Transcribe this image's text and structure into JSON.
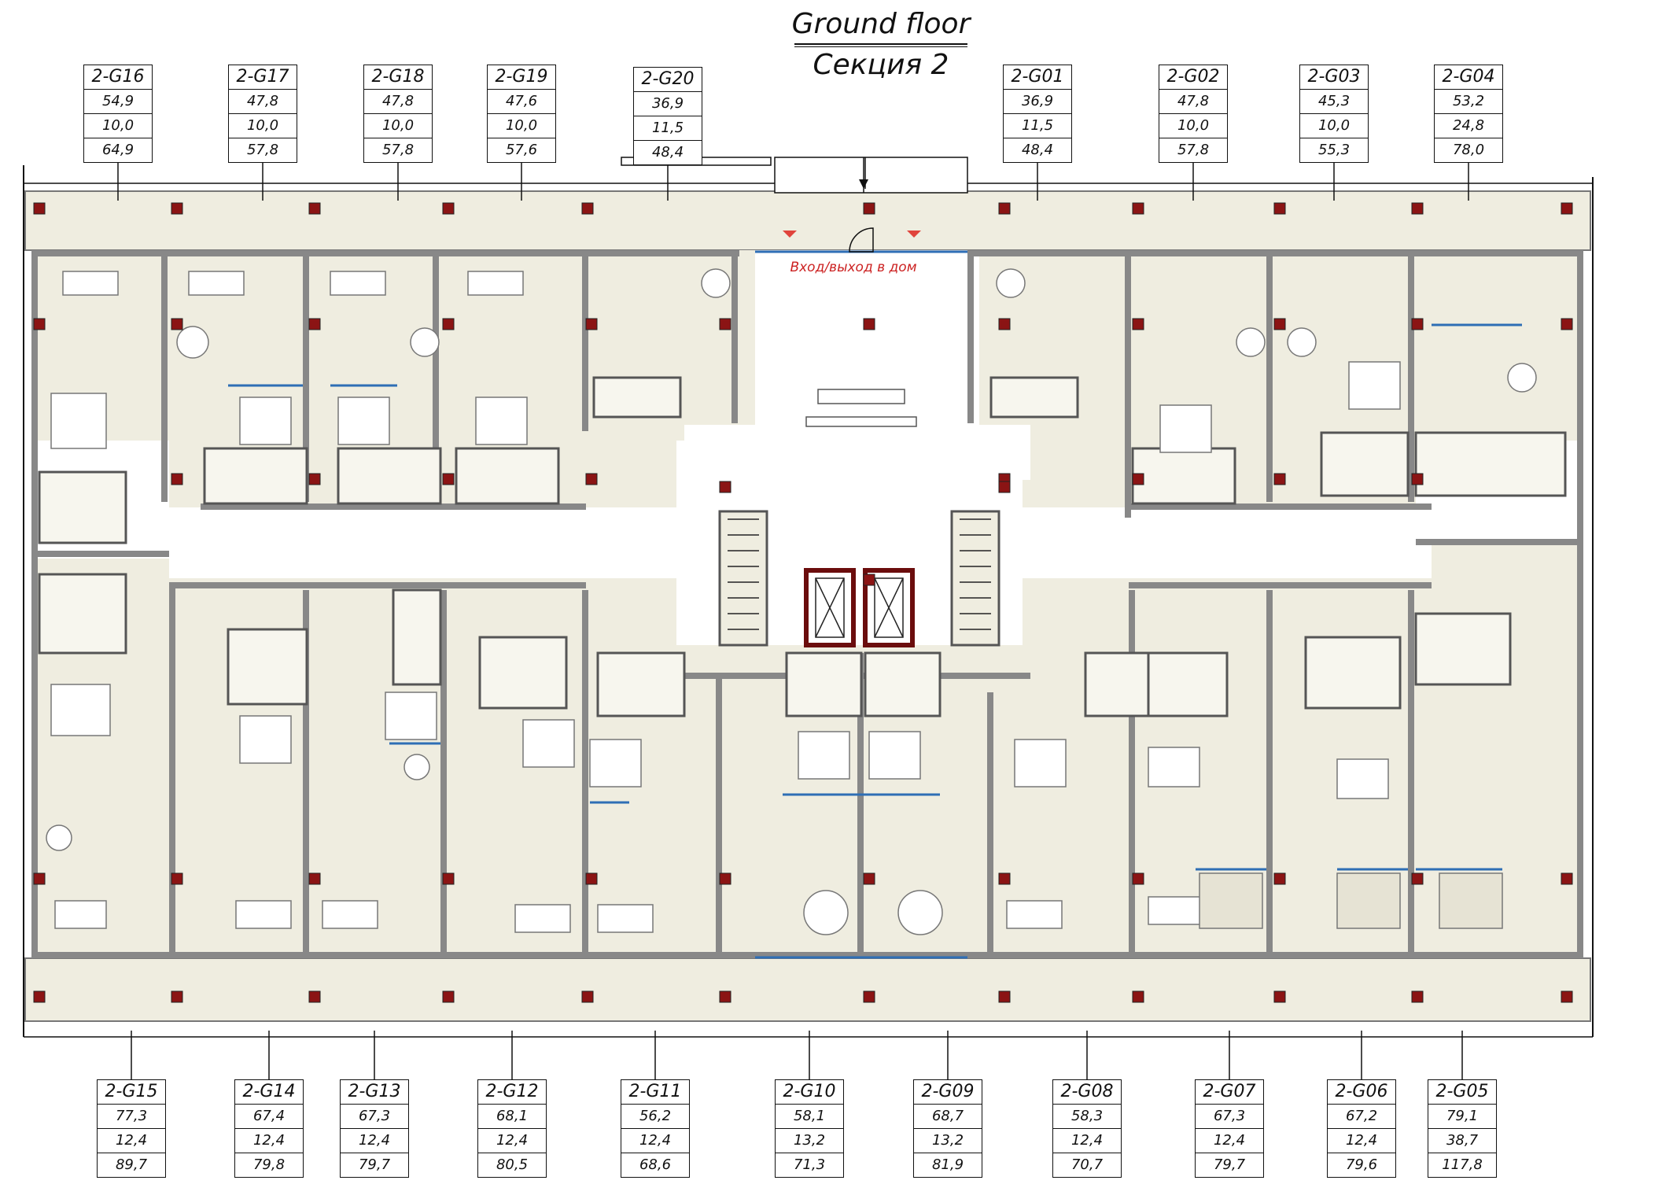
{
  "header": {
    "title": "Ground floor",
    "subtitle": "Секция 2"
  },
  "entrance_label": "Вход/выход в дом",
  "colors": {
    "apartment_fill": "#efede0",
    "wall": "#7b7b7b",
    "column": "#8b1414",
    "glazing": "#2e6eb5",
    "entrance_text": "#cc2222",
    "line": "#111111"
  },
  "units_top": [
    {
      "code": "2-G16",
      "values": [
        "54,9",
        "10,0",
        "64,9"
      ]
    },
    {
      "code": "2-G17",
      "values": [
        "47,8",
        "10,0",
        "57,8"
      ]
    },
    {
      "code": "2-G18",
      "values": [
        "47,8",
        "10,0",
        "57,8"
      ]
    },
    {
      "code": "2-G19",
      "values": [
        "47,6",
        "10,0",
        "57,6"
      ]
    },
    {
      "code": "2-G20",
      "values": [
        "36,9",
        "11,5",
        "48,4"
      ]
    },
    {
      "code": "2-G01",
      "values": [
        "36,9",
        "11,5",
        "48,4"
      ]
    },
    {
      "code": "2-G02",
      "values": [
        "47,8",
        "10,0",
        "57,8"
      ]
    },
    {
      "code": "2-G03",
      "values": [
        "45,3",
        "10,0",
        "55,3"
      ]
    },
    {
      "code": "2-G04",
      "values": [
        "53,2",
        "24,8",
        "78,0"
      ]
    }
  ],
  "units_bottom": [
    {
      "code": "2-G15",
      "values": [
        "77,3",
        "12,4",
        "89,7"
      ]
    },
    {
      "code": "2-G14",
      "values": [
        "67,4",
        "12,4",
        "79,8"
      ]
    },
    {
      "code": "2-G13",
      "values": [
        "67,3",
        "12,4",
        "79,7"
      ]
    },
    {
      "code": "2-G12",
      "values": [
        "68,1",
        "12,4",
        "80,5"
      ]
    },
    {
      "code": "2-G11",
      "values": [
        "56,2",
        "12,4",
        "68,6"
      ]
    },
    {
      "code": "2-G10",
      "values": [
        "58,1",
        "13,2",
        "71,3"
      ]
    },
    {
      "code": "2-G09",
      "values": [
        "68,7",
        "13,2",
        "81,9"
      ]
    },
    {
      "code": "2-G08",
      "values": [
        "58,3",
        "12,4",
        "70,7"
      ]
    },
    {
      "code": "2-G07",
      "values": [
        "67,3",
        "12,4",
        "79,7"
      ]
    },
    {
      "code": "2-G06",
      "values": [
        "67,2",
        "12,4",
        "79,6"
      ]
    },
    {
      "code": "2-G05",
      "values": [
        "79,1",
        "38,7",
        "117,8"
      ]
    }
  ]
}
